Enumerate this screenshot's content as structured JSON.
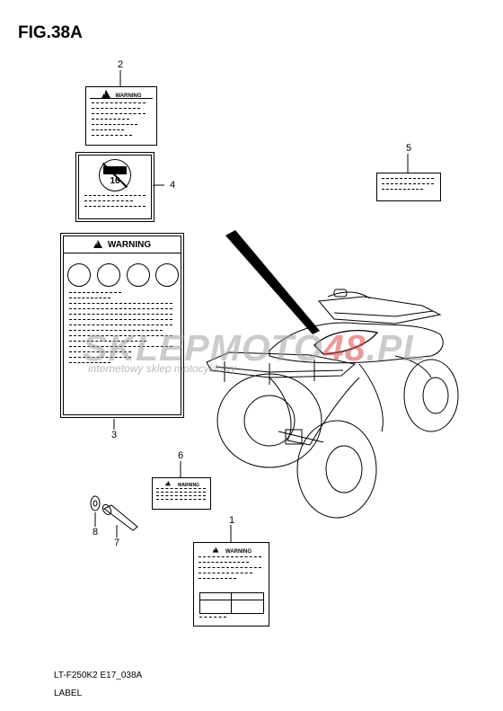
{
  "figure": {
    "title": "FIG.38A",
    "code": "LT-F250K2 E17_038A",
    "subtitle": "LABEL"
  },
  "callouts": {
    "c1": "1",
    "c2": "2",
    "c3": "3",
    "c4": "4",
    "c5": "5",
    "c6": "6",
    "c7": "7",
    "c8": "8"
  },
  "labels": {
    "warning_text": "WARNING",
    "age_text": "16"
  },
  "watermark": {
    "main": "SKLEPMOTO",
    "accent": "48",
    "suffix": ".PL",
    "sub": "internetowy sklep motocyklowy"
  },
  "colors": {
    "line": "#000000",
    "watermark": "#a0a0a0",
    "watermark_accent": "#dc4646"
  }
}
